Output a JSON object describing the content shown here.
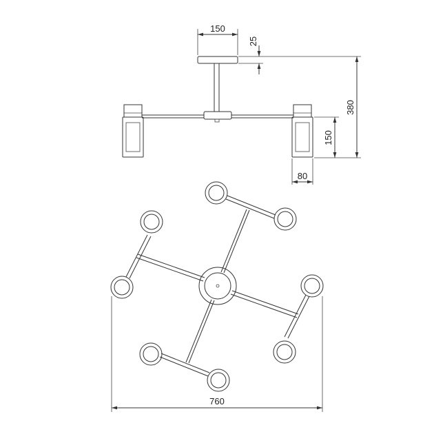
{
  "dimensions": {
    "canopy_width": "150",
    "canopy_height": "25",
    "total_height": "380",
    "shade_height": "150",
    "shade_width": "80",
    "total_width": "760"
  }
}
